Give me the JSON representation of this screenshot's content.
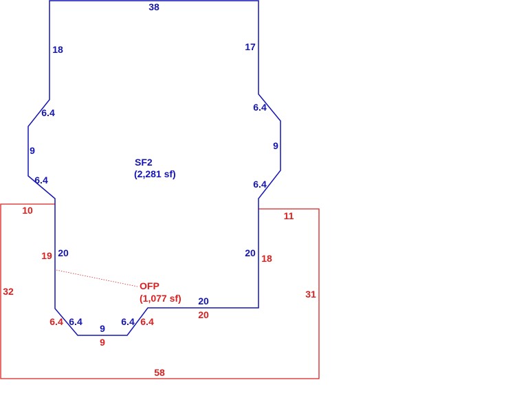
{
  "colors": {
    "sf2": "#1414b4",
    "ofp": "#dc1e1e",
    "background": "#ffffff"
  },
  "areas": {
    "sf2": {
      "name": "SF2",
      "area": "(2,281 sf)"
    },
    "ofp": {
      "name": "OFP",
      "area": "(1,077 sf)"
    }
  },
  "sf2_dims": {
    "top": "38",
    "left_upper": "18",
    "left_chamfer_upper": "6.4",
    "left_mid": "9",
    "left_chamfer_lower": "6.4",
    "left_lower": "20",
    "bottom_chamfer_left": "6.4",
    "bottom_mid": "9",
    "bottom_chamfer_right": "6.4",
    "bottom_right": "20",
    "right_lower": "20",
    "right_chamfer_lower": "6.4",
    "right_mid": "9",
    "right_chamfer_upper": "6.4",
    "right_upper": "17"
  },
  "ofp_dims": {
    "top_left": "10",
    "left": "32",
    "bottom": "58",
    "right": "31",
    "top_right": "11",
    "inner_right": "18",
    "inner_bottom": "20",
    "inner_chamfer_right": "6.4",
    "inner_mid": "9",
    "inner_chamfer_left": "6.4",
    "inner_left": "19"
  }
}
